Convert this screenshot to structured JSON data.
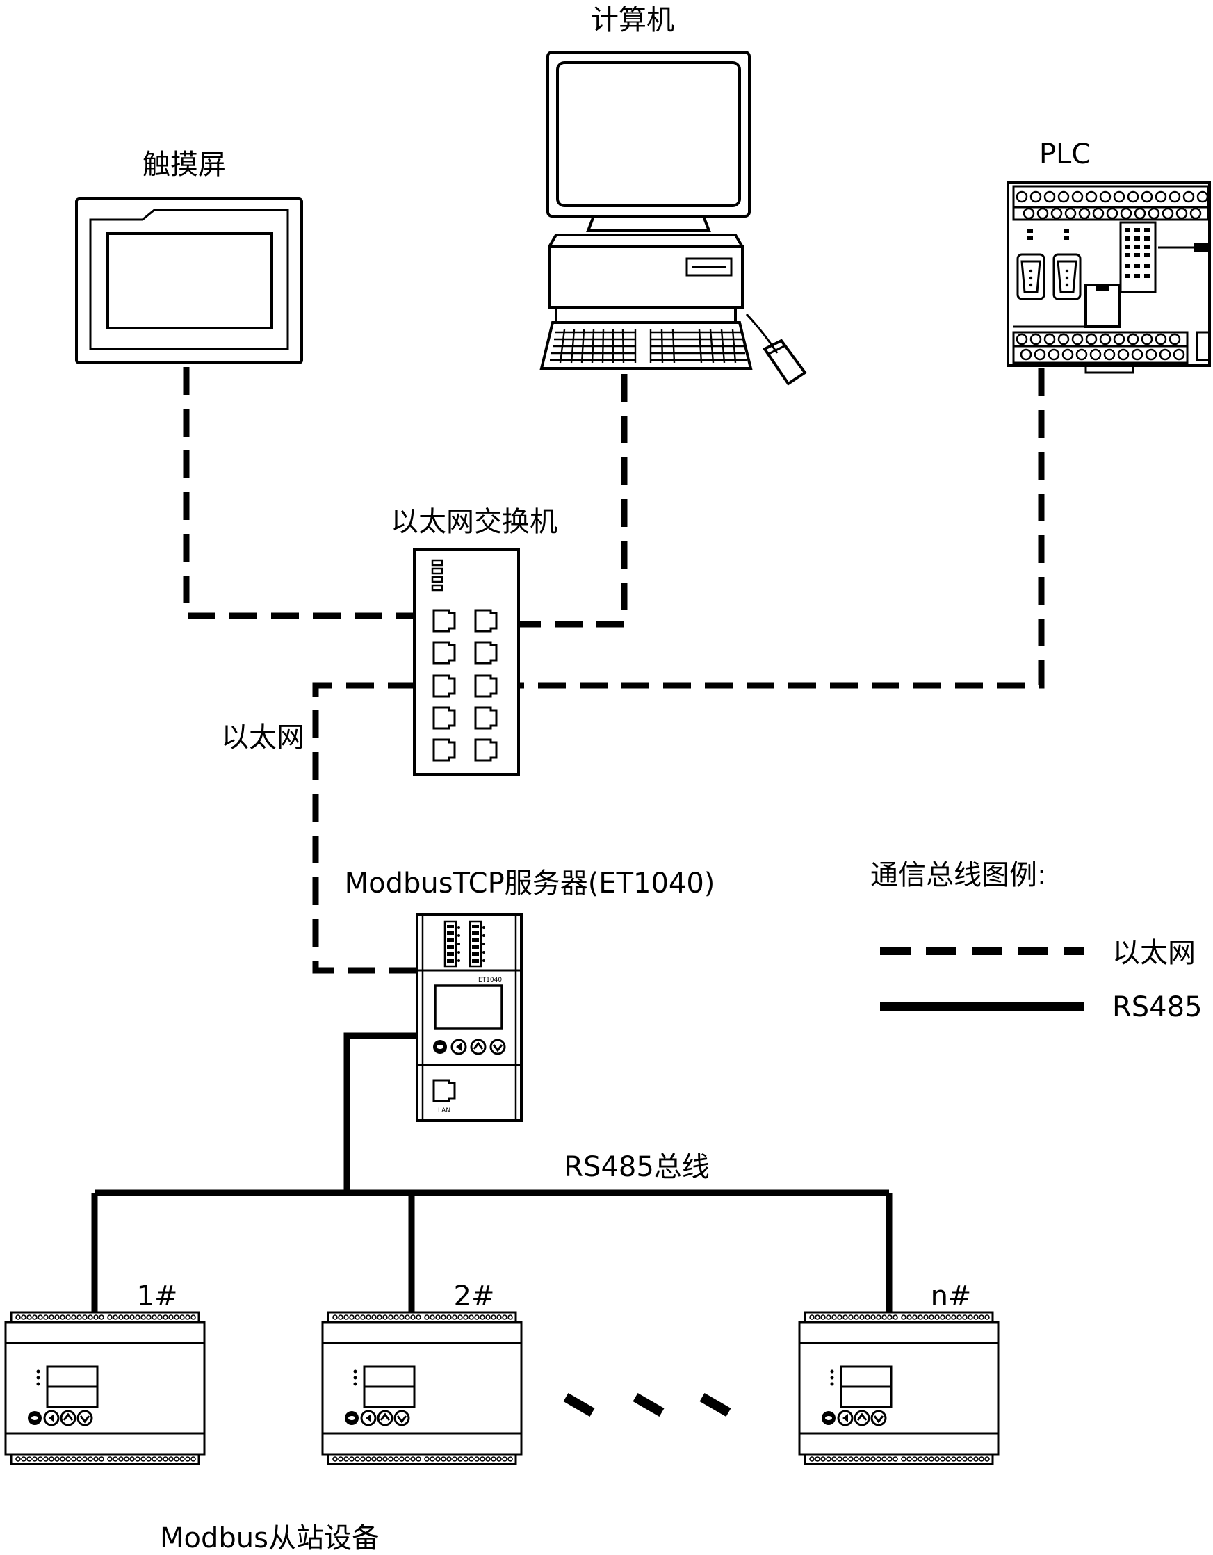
{
  "labels": {
    "computer": "计算机",
    "touchscreen": "触摸屏",
    "plc": "PLC",
    "switch": "以太网交换机",
    "ethernet_link": "以太网",
    "server": "ModbusTCP服务器(ET1040)",
    "server_model": "ET1040",
    "server_port": "LAN",
    "legend_title": "通信总线图例:",
    "legend_ethernet": "以太网",
    "legend_rs485": "RS485",
    "rs485_bus": "RS485总线",
    "slaves": "Modbus从站设备",
    "slave_1": "1#",
    "slave_2": "2#",
    "slave_n": "n#"
  },
  "icons": {
    "computer": "desktop-computer-icon",
    "touchscreen": "touch-panel-icon",
    "plc": "plc-icon",
    "switch": "ethernet-switch-icon",
    "server": "modbus-gateway-icon",
    "slave": "din-rail-meter-icon"
  },
  "colors": {
    "line": "#000000",
    "background": "#ffffff"
  }
}
